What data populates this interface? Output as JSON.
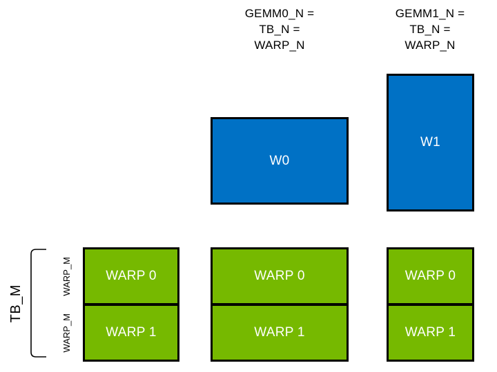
{
  "colors": {
    "tile_blue": "#0071C5",
    "tile_green": "#76B900",
    "border_black": "#000000",
    "label_white": "#FFFFFF"
  },
  "headers": {
    "gemm0": "GEMM0_N =\nTB_N =\nWARP_N",
    "gemm1": "GEMM1_N =\nTB_N =\nWARP_N"
  },
  "accumulators": {
    "w0": "W0",
    "w1": "W1"
  },
  "warp_columns": [
    {
      "rows": [
        "WARP 0",
        "WARP 1"
      ]
    },
    {
      "rows": [
        "WARP 0",
        "WARP 1"
      ]
    },
    {
      "rows": [
        "WARP 0",
        "WARP 1"
      ]
    }
  ],
  "side": {
    "tb_m": "TB_M",
    "warp_m_rows": [
      "WARP_M",
      "WARP_M"
    ]
  }
}
